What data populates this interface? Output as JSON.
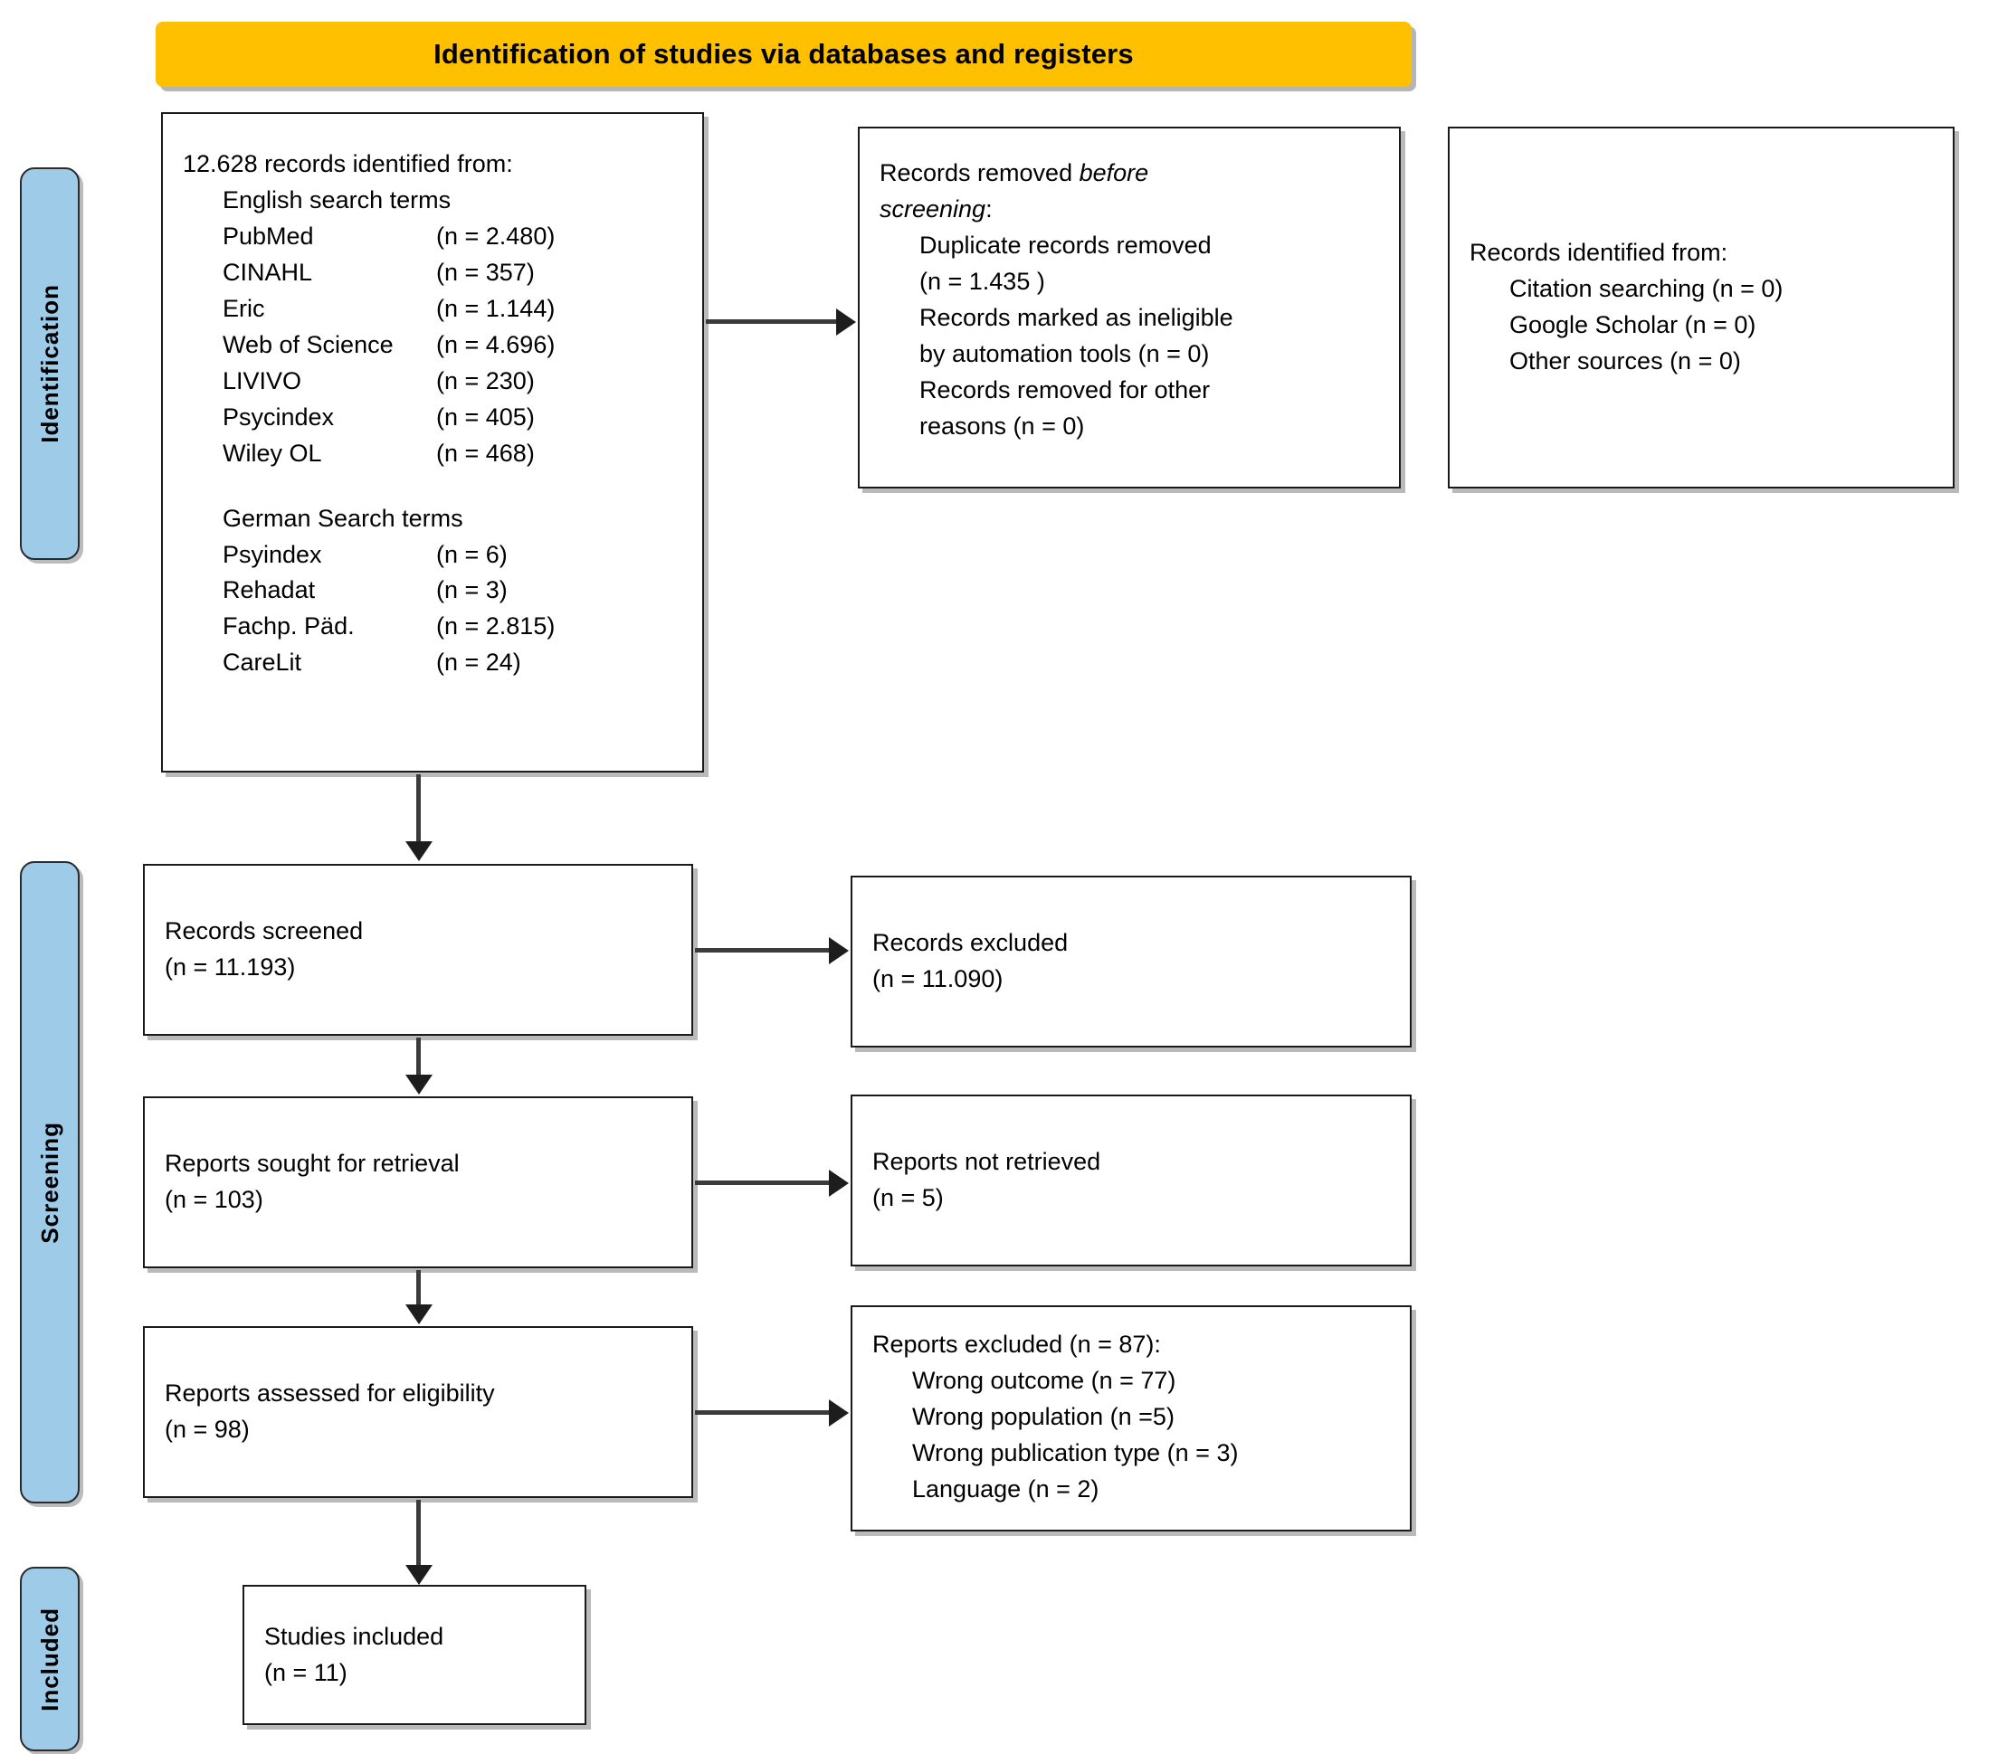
{
  "banner": {
    "title": "Identification of studies via databases and registers"
  },
  "phases": {
    "identification": "Identification",
    "screening": "Screening",
    "included": "Included"
  },
  "boxes": {
    "identified_databases": {
      "heading": "12.628 records identified from:",
      "english_heading": "English search terms",
      "english_sources": [
        {
          "name": "PubMed",
          "count": "(n = 2.480)"
        },
        {
          "name": "CINAHL",
          "count": "(n = 357)"
        },
        {
          "name": "Eric",
          "count": "(n = 1.144)"
        },
        {
          "name": "Web of Science",
          "count": "(n = 4.696)"
        },
        {
          "name": "LIVIVO",
          "count": "(n = 230)"
        },
        {
          "name": "Psycindex",
          "count": "(n = 405)"
        },
        {
          "name": "Wiley OL",
          "count": "(n = 468)"
        }
      ],
      "german_heading": "German Search terms",
      "german_sources": [
        {
          "name": "Psyindex",
          "count": "(n = 6)"
        },
        {
          "name": "Rehadat",
          "count": "(n = 3)"
        },
        {
          "name": "Fachp. Päd.",
          "count": "(n = 2.815)"
        },
        {
          "name": "CareLit",
          "count": "(n = 24)"
        }
      ]
    },
    "removed_before_screening": {
      "heading_part1": "Records removed ",
      "heading_italic1": "before",
      "heading_italic2": "screening",
      "heading_colon": ":",
      "items": [
        "Duplicate records removed",
        "(n = 1.435 )",
        "Records marked as ineligible",
        "by automation tools (n = 0)",
        "Records removed for other",
        "reasons (n = 0)"
      ]
    },
    "identified_other": {
      "heading": "Records identified from:",
      "items": [
        "Citation searching (n = 0)",
        "Google Scholar (n = 0)",
        "Other sources (n = 0)"
      ]
    },
    "records_screened": {
      "label": "Records screened",
      "count": "(n = 11.193)"
    },
    "records_excluded": {
      "label": "Records excluded",
      "count": "(n = 11.090)"
    },
    "reports_sought": {
      "label": "Reports sought for retrieval",
      "count": "(n = 103)"
    },
    "reports_not_retrieved": {
      "label": "Reports not retrieved",
      "count": "(n = 5)"
    },
    "reports_assessed": {
      "label": "Reports assessed for eligibility",
      "count": "(n = 98)"
    },
    "reports_excluded": {
      "heading": "Reports excluded (n = 87):",
      "reasons": [
        "Wrong outcome (n = 77)",
        "Wrong population (n =5)",
        "Wrong publication type (n = 3)",
        "Language (n = 2)"
      ]
    },
    "studies_included": {
      "label": "Studies included",
      "count": "(n = 11)"
    }
  },
  "colors": {
    "banner_bg": "#FFC000",
    "phase_bar_bg": "#9DCBE8",
    "box_border": "#1a1a1a",
    "connector": "#3b3b3b"
  }
}
